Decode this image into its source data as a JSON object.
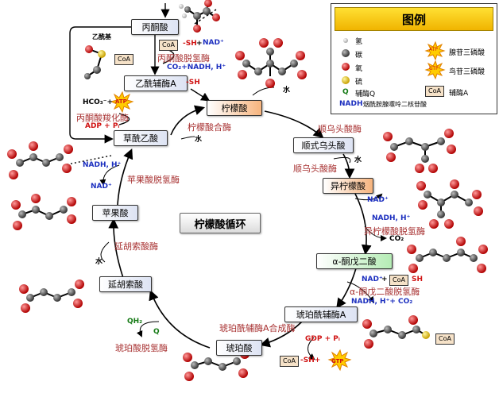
{
  "title": "柠檬酸循环",
  "nodes": {
    "pyruvate": "丙酮酸",
    "acetyl_coa": "乙酰辅酶A",
    "citrate": "柠檬酸",
    "cis_aconitate": "顺式乌头酸",
    "isocitrate": "异柠檬酸",
    "akg": "α-酮戊二酸",
    "succinyl_coa": "琥珀酰辅酶A",
    "succinate": "琥珀酸",
    "fumarate": "延胡索酸",
    "malate": "苹果酸",
    "oxaloacetate": "草酰乙酸"
  },
  "enzymes": {
    "pyruvate_dehydrogenase": "丙酮酸脱氢酶",
    "pyruvate_carboxylase": "丙酮酸羧化酶",
    "citrate_synthase": "柠檬酸合酶",
    "aconitase_1": "顺乌头酸酶",
    "aconitase_2": "顺乌头酸酶",
    "isocitrate_dehydrogenase": "异柠檬酸脱氢酶",
    "akg_dehydrogenase": "α-酮戊二酸脱氢酶",
    "succinyl_coa_synthetase": "琥珀酰辅酶A合成酶",
    "succinate_dehydrogenase": "琥珀酸脱氢酶",
    "fumarase": "延胡索酸酶",
    "malate_dehydrogenase": "苹果酸脱氢酶"
  },
  "labels": {
    "acetyl_group": "乙酰基",
    "coa": "CoA",
    "sh": "SH",
    "plus": "+",
    "nad_plus": "NAD⁺",
    "co2_nadh": "CO₂+NADH, H⁺",
    "hco3": "HCO₃⁻+",
    "atp": "ATP",
    "adp_pi": "ADP + Pᵢ",
    "water": "水",
    "nadh_h": "NADH, H⁺",
    "co2": "CO₂",
    "nadh_h_co2": "NADH, H⁺+ CO₂",
    "gdp_pi": "GDP + Pᵢ",
    "gtp": "GTP",
    "qh2": "QH₂",
    "q": "Q"
  },
  "legend": {
    "title": "图例",
    "items": [
      {
        "label": "氢",
        "icon": "hydrogen-atom",
        "color": "#dcdcdc"
      },
      {
        "label": "碳",
        "icon": "carbon-atom",
        "color": "#555555"
      },
      {
        "label": "氧",
        "icon": "oxygen-atom",
        "color": "#e01010"
      },
      {
        "label": "硫",
        "icon": "sulfur-atom",
        "color": "#e0c000"
      },
      {
        "label": "辅酶Q",
        "symbol": "Q"
      },
      {
        "label": "烟酰胺腺嘌呤二核苷酸",
        "symbol": "NADH"
      },
      {
        "label": "腺苷三磷酸",
        "icon": "atp-star",
        "symbol": "ATP"
      },
      {
        "label": "鸟苷三磷酸",
        "icon": "gtp-star",
        "symbol": "GTP"
      },
      {
        "label": "辅酶A",
        "symbol": "CoA"
      }
    ]
  },
  "colors": {
    "enzyme": "#a83232",
    "cofactor_blue": "#1c2fbf",
    "atp_red": "#d01414",
    "legend_header": "#f5c400",
    "node_orange": "#f6b47e",
    "node_green": "#b5ecb5",
    "node_blue": "#dde3f3"
  }
}
